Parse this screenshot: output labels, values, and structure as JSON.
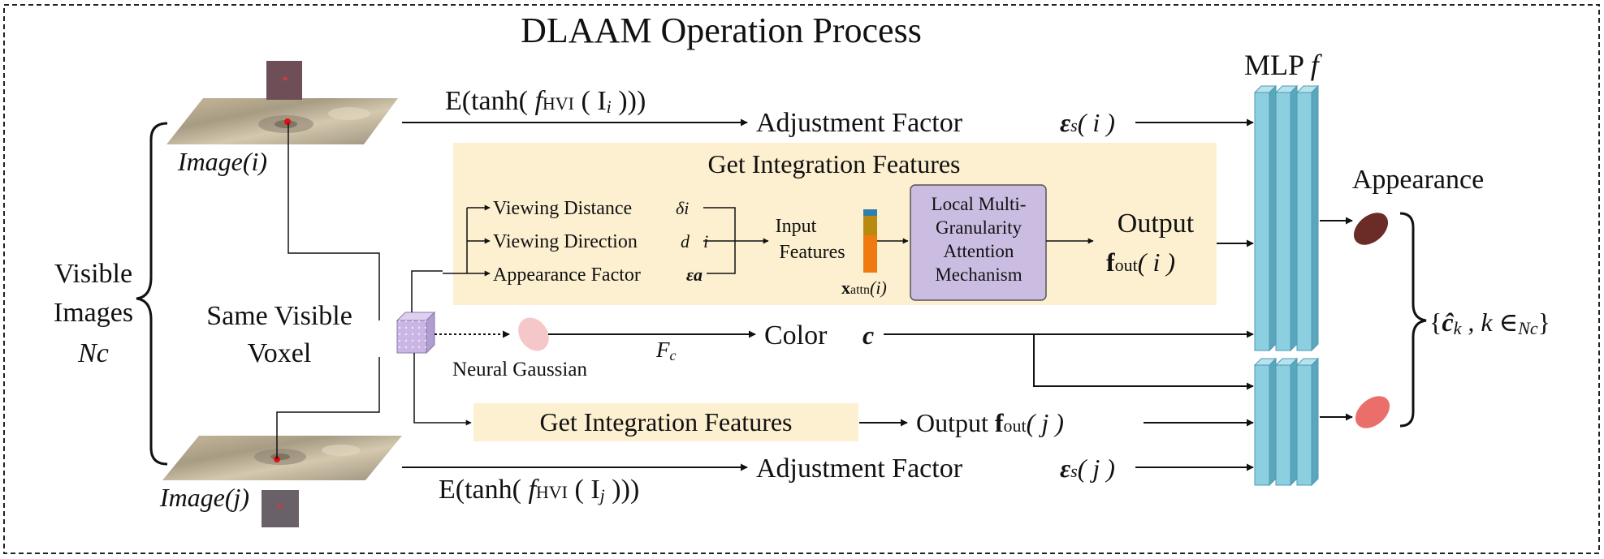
{
  "title": "DLAAM Operation Process",
  "colors": {
    "panel_fill": "#fdf0d0",
    "mlp_fill": "#8ccfe0",
    "mlp_dark": "#5aa7bd",
    "attention_fill": "#cbbde2",
    "voxel_fill": "#c9b6e4",
    "gaussian_light": "#f6c7c9",
    "appearance_dark": "#6b2b26",
    "appearance_light": "#ea6f6b",
    "input_bar_top": "#2f7fb0",
    "input_bar_mid": "#b88b10",
    "input_bar_low": "#ee7a10"
  },
  "left": {
    "visible": "Visible",
    "images": "Images",
    "nc": "Nc",
    "image_i": "Image(i)",
    "image_j": "Image(j)",
    "same_visible": "Same Visible",
    "voxel": "Voxel"
  },
  "top_row": {
    "expr_prefix": "E(tanh( ",
    "expr_f": "f",
    "expr_sub": "HVI",
    "expr_mid": " ( I",
    "expr_idx": "i",
    "expr_end": " )))",
    "adjustment_label": "Adjustment Factor",
    "eps": "ε",
    "eps_sub": "s",
    "eps_arg": "( i )"
  },
  "panel_top": {
    "title": "Get Integration Features",
    "viewing_distance": "Viewing Distance",
    "viewing_distance_sym": "δi",
    "viewing_direction": "Viewing Direction",
    "viewing_direction_sym": "d⃗i",
    "appearance_factor": "Appearance Factor",
    "appearance_factor_sym": "εa",
    "input": "Input",
    "features": "Features",
    "xattn": "x",
    "xattn_sub": "attn",
    "xattn_arg": "(i)",
    "attention_lines": [
      "Local Multi-",
      "Granularity",
      "Attention",
      "Mechanism"
    ],
    "output": "Output",
    "fout_f": "f",
    "fout_sub": "out",
    "fout_arg": "( i )"
  },
  "middle": {
    "neural_gaussian": "Neural Gaussian",
    "fc": "F",
    "fc_sub": "c",
    "color": "Color",
    "color_sym": "c"
  },
  "panel_bottom": {
    "title": "Get Integration Features",
    "output": "Output",
    "fout_f": "f",
    "fout_sub": "out",
    "fout_arg": "( j )"
  },
  "bottom_row": {
    "expr_prefix": "E(tanh( ",
    "expr_f": "f",
    "expr_sub": "HVI",
    "expr_mid": " ( I",
    "expr_idx": "j",
    "expr_end": " )))",
    "adjustment_label": "Adjustment Factor",
    "eps": "ε",
    "eps_sub": "s",
    "eps_arg": "( j )"
  },
  "right": {
    "mlp": "MLP",
    "mlp_f": "f",
    "appearance": "Appearance",
    "set_open": "{",
    "c_hat": "ĉ",
    "set_k": "k",
    "set_mid": " ,  k ∈",
    "set_nc": "Nc",
    "set_close": "}"
  }
}
